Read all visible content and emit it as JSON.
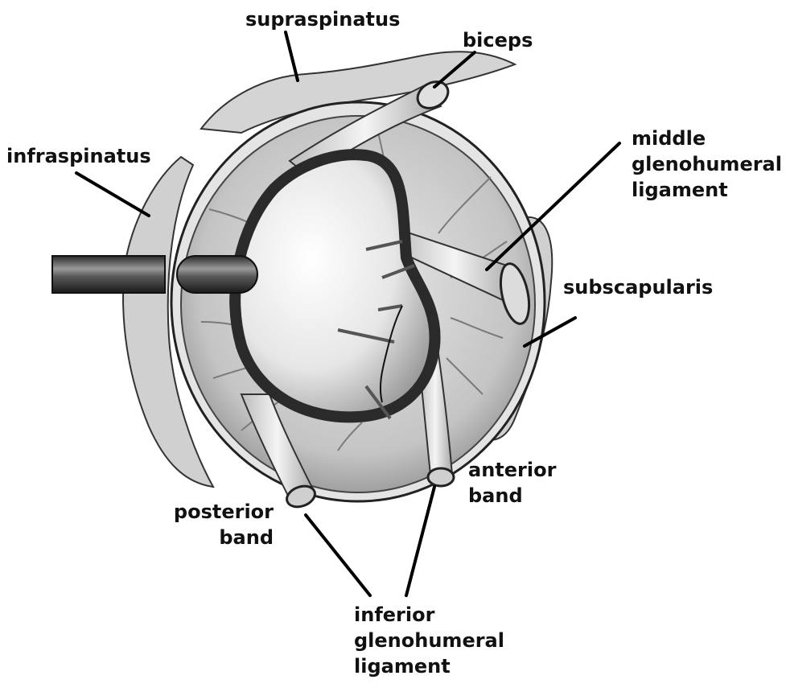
{
  "labels": {
    "supraspinatus": "supraspinatus",
    "biceps": "biceps",
    "infraspinatus": "infraspinatus",
    "middle_gh": [
      "middle",
      "glenohumeral",
      "ligament"
    ],
    "subscapularis": "subscapularis",
    "anterior_band": [
      "anterior",
      "band"
    ],
    "posterior_band": [
      "posterior",
      "band"
    ],
    "inferior_gh": [
      "inferior",
      "glenohumeral",
      "ligament"
    ]
  },
  "colors": {
    "ink": "#111111",
    "tissue": "#d9d9d9",
    "cavity": "#bdbdbd",
    "glenoid": "#f2f2f2",
    "rim": "#2a2a2a"
  }
}
